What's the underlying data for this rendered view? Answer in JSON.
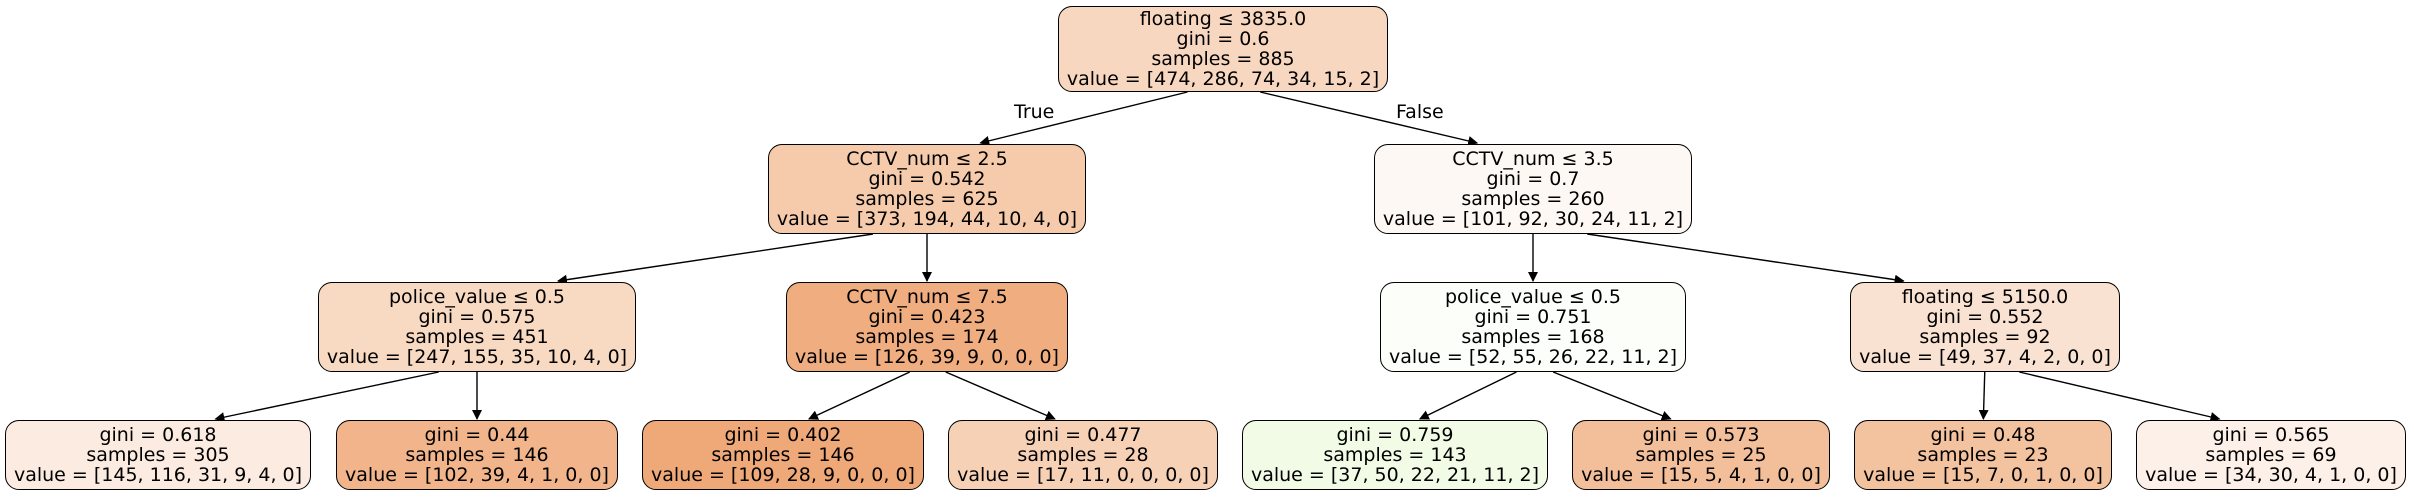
{
  "tree": {
    "edge_labels": {
      "true_label": "True",
      "false_label": "False"
    },
    "nodes": [
      {
        "id": "n0",
        "lines": [
          "floating ≤ 3835.0",
          "gini = 0.6",
          "samples = 885",
          "value = [474, 286, 74, 34, 15, 2]"
        ],
        "fill": "#f8d7c0"
      },
      {
        "id": "n1",
        "lines": [
          "CCTV_num ≤ 2.5",
          "gini = 0.542",
          "samples = 625",
          "value = [373, 194, 44, 10, 4, 0]"
        ],
        "fill": "#f5cbab"
      },
      {
        "id": "n2",
        "lines": [
          "police_value ≤ 0.5",
          "gini = 0.575",
          "samples = 451",
          "value = [247, 155, 35, 10, 4, 0]"
        ],
        "fill": "#f8d9c2"
      },
      {
        "id": "n3",
        "lines": [
          "gini = 0.618",
          "samples = 305",
          "value = [145, 116, 31, 9, 4, 0]"
        ],
        "fill": "#fbebe0"
      },
      {
        "id": "n4",
        "lines": [
          "gini = 0.44",
          "samples = 146",
          "value = [102, 39, 4, 1, 0, 0]"
        ],
        "fill": "#f2b58b"
      },
      {
        "id": "n5",
        "lines": [
          "CCTV_num ≤ 7.5",
          "gini = 0.423",
          "samples = 174",
          "value = [126, 39, 9, 0, 0, 0]"
        ],
        "fill": "#f0ad80"
      },
      {
        "id": "n6",
        "lines": [
          "gini = 0.402",
          "samples = 146",
          "value = [109, 28, 9, 0, 0, 0]"
        ],
        "fill": "#efa878"
      },
      {
        "id": "n7",
        "lines": [
          "gini = 0.477",
          "samples = 28",
          "value = [17, 11, 0, 0, 0, 0]"
        ],
        "fill": "#f7d1b6"
      },
      {
        "id": "n8",
        "lines": [
          "CCTV_num ≤ 3.5",
          "gini = 0.7",
          "samples = 260",
          "value = [101, 92, 30, 24, 11, 2]"
        ],
        "fill": "#fdf8f4"
      },
      {
        "id": "n9",
        "lines": [
          "police_value ≤ 0.5",
          "gini = 0.751",
          "samples = 168",
          "value = [52, 55, 26, 22, 11, 2]"
        ],
        "fill": "#fbfef9"
      },
      {
        "id": "n10",
        "lines": [
          "gini = 0.759",
          "samples = 143",
          "value = [37, 50, 22, 21, 11, 2]"
        ],
        "fill": "#f1fbe6"
      },
      {
        "id": "n11",
        "lines": [
          "gini = 0.573",
          "samples = 25",
          "value = [15, 5, 4, 1, 0, 0]"
        ],
        "fill": "#f2bf9a"
      },
      {
        "id": "n12",
        "lines": [
          "floating ≤ 5150.0",
          "gini = 0.552",
          "samples = 92",
          "value = [49, 37, 4, 2, 0, 0]"
        ],
        "fill": "#f9e2d1"
      },
      {
        "id": "n13",
        "lines": [
          "gini = 0.48",
          "samples = 23",
          "value = [15, 7, 0, 1, 0, 0]"
        ],
        "fill": "#f3c29f"
      },
      {
        "id": "n14",
        "lines": [
          "gini = 0.565",
          "samples = 69",
          "value = [34, 30, 4, 1, 0, 0]"
        ],
        "fill": "#fcf0e8"
      }
    ],
    "edges": [
      [
        "n0",
        "n1"
      ],
      [
        "n0",
        "n8"
      ],
      [
        "n1",
        "n2"
      ],
      [
        "n1",
        "n5"
      ],
      [
        "n2",
        "n3"
      ],
      [
        "n2",
        "n4"
      ],
      [
        "n5",
        "n6"
      ],
      [
        "n5",
        "n7"
      ],
      [
        "n8",
        "n9"
      ],
      [
        "n8",
        "n12"
      ],
      [
        "n9",
        "n10"
      ],
      [
        "n9",
        "n11"
      ],
      [
        "n12",
        "n13"
      ],
      [
        "n12",
        "n14"
      ]
    ]
  }
}
